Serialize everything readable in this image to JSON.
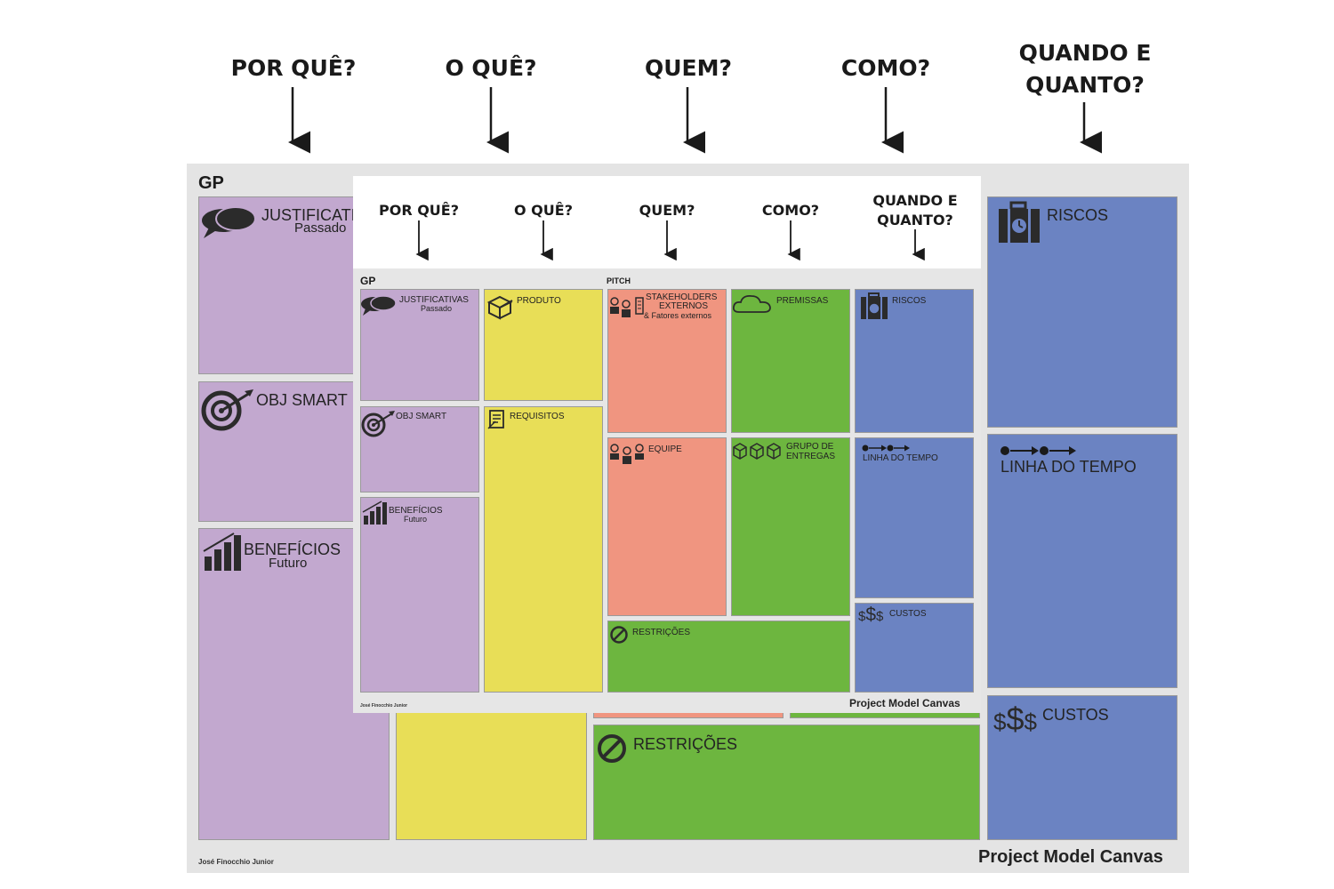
{
  "outer": {
    "questions": [
      "POR QUÊ?",
      "O QUÊ?",
      "QUEM?",
      "COMO?",
      "QUANDO E",
      "QUANTO?"
    ],
    "gp": "GP",
    "justificativas": "JUSTIFICATIV",
    "passado": "Passado",
    "obj_smart": "OBJ SMART",
    "beneficios": "BENEFÍCIOS",
    "futuro": "Futuro",
    "riscos": "RISCOS",
    "linha_do_tempo": "LINHA DO TEMPO",
    "custos": "CUSTOS",
    "restricoes": "RESTRIÇÕES",
    "author": "José Finocchio Junior",
    "brand": "Project Model Canvas"
  },
  "inner": {
    "questions": [
      "POR QUÊ?",
      "O QUÊ?",
      "QUEM?",
      "COMO?",
      "QUANDO E",
      "QUANTO?"
    ],
    "gp": "GP",
    "pitch": "PITCH",
    "justificativas": "JUSTIFICATIVAS",
    "passado": "Passado",
    "obj_smart": "OBJ SMART",
    "beneficios": "BENEFÍCIOS",
    "futuro": "Futuro",
    "produto": "PRODUTO",
    "requisitos": "REQUISITOS",
    "stakeholders_1": "STAKEHOLDERS",
    "stakeholders_2": "EXTERNOS",
    "stakeholders_3": "& Fatores externos",
    "equipe": "EQUIPE",
    "premissas": "PREMISSAS",
    "grupo_1": "GRUPO DE",
    "grupo_2": "ENTREGAS",
    "restricoes": "RESTRIÇÕES",
    "riscos": "RISCOS",
    "linha_do_tempo": "LINHA DO TEMPO",
    "custos": "CUSTOS",
    "author": "José Finocchio Junior",
    "brand": "Project Model Canvas"
  },
  "colors": {
    "purple": "#c2a8cf",
    "yellow": "#e8de57",
    "salmon": "#f09580",
    "green": "#6db63f",
    "blue": "#6b83c2"
  }
}
